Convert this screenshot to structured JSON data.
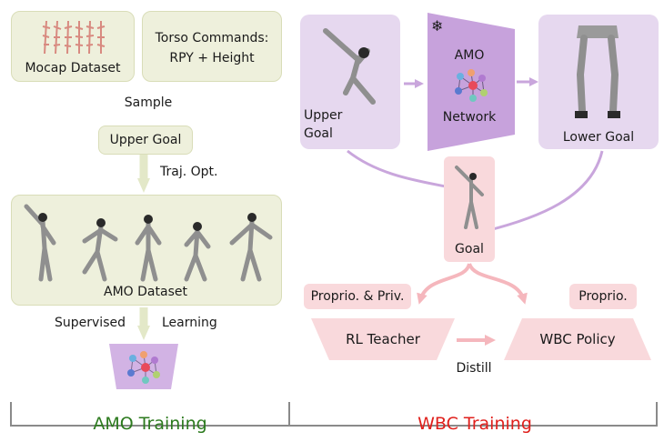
{
  "amo": {
    "mocap_label": "Mocap Dataset",
    "torso_line1": "Torso Commands:",
    "torso_line2": "RPY + Height",
    "sample_label": "Sample",
    "upper_goal_label": "Upper Goal",
    "traj_opt_label": "Traj. Opt.",
    "dataset_label": "AMO Dataset",
    "supervised_label": "Supervised",
    "learning_label": "Learning",
    "section_label": "AMO Training"
  },
  "wbc": {
    "upper_goal_line1": "Upper",
    "upper_goal_line2": "Goal",
    "amo_line1": "AMO",
    "amo_line2": "Network",
    "snowflake": "❄",
    "lower_goal_label": "Lower Goal",
    "goal_label": "Goal",
    "proprio_priv_label": "Proprio. & Priv.",
    "proprio_label": "Proprio.",
    "teacher_label": "RL Teacher",
    "policy_label": "WBC Policy",
    "distill_label": "Distill",
    "section_label": "WBC Training"
  },
  "colors": {
    "green_box": "#eef0dc",
    "lavender": "#e6d8ef",
    "network_purple": "#c7a2dc",
    "pink": "#f9d9dc",
    "amo_accent": "#2c7a1e",
    "wbc_accent": "#e0201c"
  }
}
